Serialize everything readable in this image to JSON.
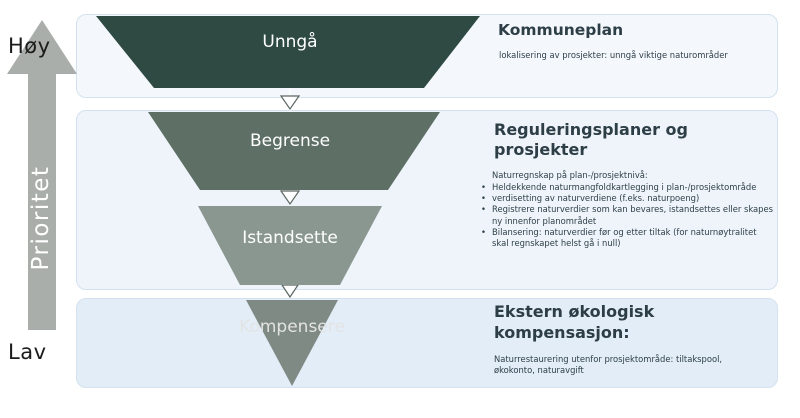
{
  "priority_axis": {
    "title": "Prioritet",
    "high_label": "Høy",
    "low_label": "Lav"
  },
  "steps": [
    {
      "label": "Unngå",
      "heading": "Kommuneplan",
      "description": "lokalisering av prosjekter: unngå viktige naturområder",
      "color": "#2e4a42"
    },
    {
      "label": "Begrense",
      "heading": "Reguleringsplaner og prosjekter",
      "intro": "Naturregnskap på plan-/prosjektnivå:",
      "bullets": [
        "Heldekkende naturmangfoldkartlegging i plan-/prosjektområde",
        "verdisetting av naturverdiene (f.eks. naturpoeng)",
        "Registrere naturverdier som kan bevares, istandsettes eller skapes ny innenfor planområdet",
        "Bilansering: naturverdier før og etter tiltak (for naturnøytralitet skal regnskapet helst gå i null)"
      ],
      "color": "#5e7066"
    },
    {
      "label": "Istandsette",
      "color": "#8a9790"
    },
    {
      "label": "Kompensere",
      "heading": "Ekstern økologisk kompensasjon:",
      "description": "Naturrestaurering utenfor prosjektområde: tiltakspool, økokonto, naturavgift",
      "color": "#7f8a84"
    }
  ],
  "colors": {
    "arrow": "#a9aeab",
    "panel_top": "#f4f8fc",
    "panel_mid": "#eef4fa",
    "panel_bottom": "#e2edf7",
    "heading_text": "#2d3e47"
  }
}
